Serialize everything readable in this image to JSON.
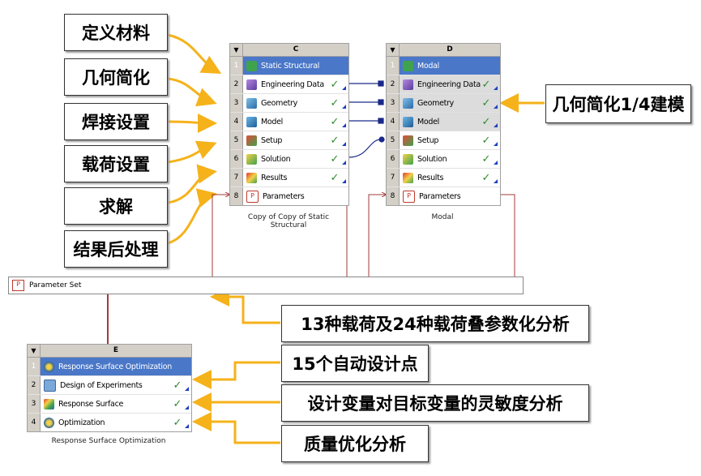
{
  "callouts": {
    "define_material": "定义材料",
    "geom_simplify": "几何简化",
    "weld_setup": "焊接设置",
    "load_setup": "载荷设置",
    "solve": "求解",
    "postprocess": "结果后处理",
    "geom_quarter": "几何简化1/4建模",
    "load_param": "13种载荷及24种载荷叠参数化分析",
    "auto_points": "15个自动设计点",
    "sensitivity": "设计变量对目标变量的灵敏度分析",
    "mass_opt": "质量优化分析"
  },
  "system_c": {
    "column": "C",
    "caption": "Copy of Copy of Static Structural",
    "rows": [
      {
        "num": "1",
        "label": "Static Structural",
        "icon": "static-structural-icon"
      },
      {
        "num": "2",
        "label": "Engineering Data",
        "icon": "engineering-data-icon"
      },
      {
        "num": "3",
        "label": "Geometry",
        "icon": "geometry-icon"
      },
      {
        "num": "4",
        "label": "Model",
        "icon": "model-icon"
      },
      {
        "num": "5",
        "label": "Setup",
        "icon": "setup-icon"
      },
      {
        "num": "6",
        "label": "Solution",
        "icon": "solution-icon"
      },
      {
        "num": "7",
        "label": "Results",
        "icon": "results-icon"
      },
      {
        "num": "8",
        "label": "Parameters",
        "icon": "parameters-icon"
      }
    ]
  },
  "system_d": {
    "column": "D",
    "caption": "Modal",
    "rows": [
      {
        "num": "1",
        "label": "Modal",
        "icon": "modal-icon"
      },
      {
        "num": "2",
        "label": "Engineering Data",
        "icon": "engineering-data-icon"
      },
      {
        "num": "3",
        "label": "Geometry",
        "icon": "geometry-icon"
      },
      {
        "num": "4",
        "label": "Model",
        "icon": "model-icon"
      },
      {
        "num": "5",
        "label": "Setup",
        "icon": "setup-icon"
      },
      {
        "num": "6",
        "label": "Solution",
        "icon": "solution-icon"
      },
      {
        "num": "7",
        "label": "Results",
        "icon": "results-icon"
      },
      {
        "num": "8",
        "label": "Parameters",
        "icon": "parameters-icon"
      }
    ]
  },
  "parameter_set": {
    "label": "Parameter Set"
  },
  "system_e": {
    "column": "E",
    "caption": "Response Surface Optimization",
    "rows": [
      {
        "num": "1",
        "label": "Response Surface Optimization",
        "icon": "rso-icon"
      },
      {
        "num": "2",
        "label": "Design of Experiments",
        "icon": "doe-icon"
      },
      {
        "num": "3",
        "label": "Response Surface",
        "icon": "response-surface-icon"
      },
      {
        "num": "4",
        "label": "Optimization",
        "icon": "optimization-icon"
      }
    ]
  },
  "colors": {
    "arrow": "#f5b21a",
    "selected": "#4a77c8",
    "link": "#1a2a8a",
    "param_line": "#a33a3a"
  }
}
